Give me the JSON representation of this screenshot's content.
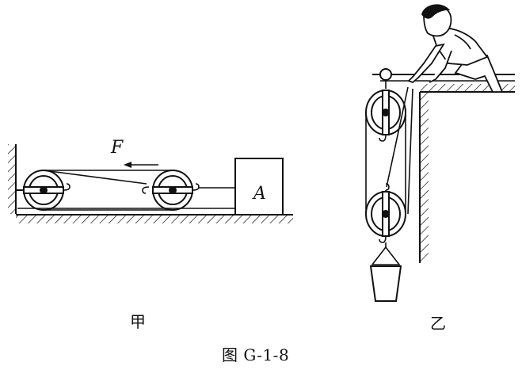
{
  "labels": {
    "force": "F",
    "block": "A",
    "left_caption": "甲",
    "right_caption": "乙",
    "figure_caption": "图 G-1-8"
  },
  "colors": {
    "ink": "#111111",
    "background": "#ffffff"
  }
}
